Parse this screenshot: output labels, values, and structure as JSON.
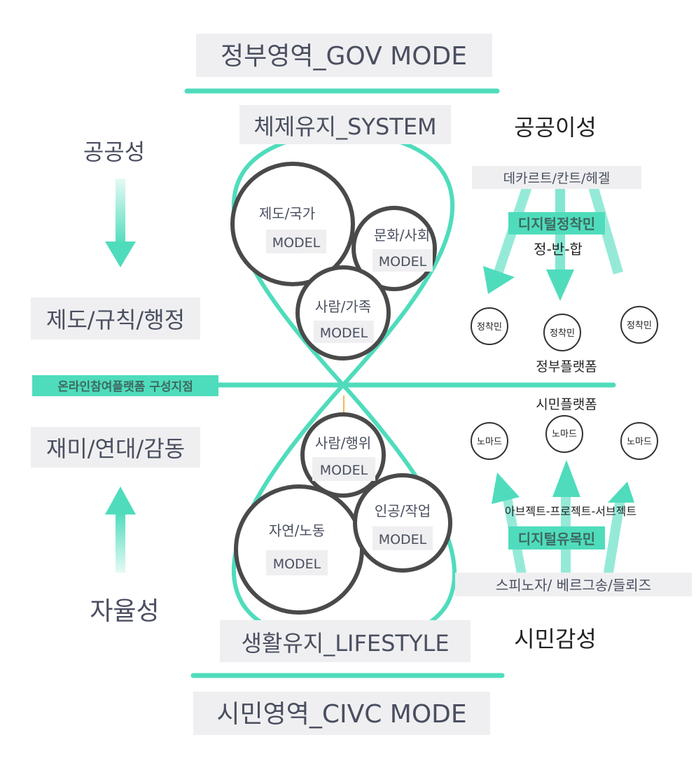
{
  "colors": {
    "accent": "#4fdcbc",
    "text": "#4a4f60",
    "label_bg": "#efeff1",
    "circle": "#4a4a4a",
    "arrow_small": "#f0a020"
  },
  "top_title": "정부영역_GOV MODE",
  "bottom_title": "시민영역_CIVC MODE",
  "system_label": "체제유지_SYSTEM",
  "lifestyle_label": "생활유지_LIFESTYLE",
  "left": {
    "top": "공공성",
    "upper_box": "제도/규칙/행정",
    "center_band": "온라인참여플랫폼 구성지점",
    "lower_box": "재미/연대/감동",
    "bottom": "자율성"
  },
  "circles": [
    {
      "title": "제도/국가",
      "sub": "MODEL"
    },
    {
      "title": "문화/사회",
      "sub": "MODEL"
    },
    {
      "title": "사람/가족",
      "sub": "MODEL"
    },
    {
      "title": "사람/행위",
      "sub": "MODEL"
    },
    {
      "title": "자연/노동",
      "sub": "MODEL"
    },
    {
      "title": "인공/작업",
      "sub": "MODEL"
    }
  ],
  "right": {
    "top_heading": "공공이성",
    "philosophers_top": "데카르트/칸트/헤겔",
    "digital_settler": "디지털정착민",
    "dialectic": "정-반-합",
    "settlers": [
      "정착민",
      "정착민",
      "정착민"
    ],
    "gov_platform": "정부플랫폼",
    "civic_platform": "시민플랫폼",
    "nomads": [
      "노마드",
      "노마드",
      "노마드"
    ],
    "object_project": "아브젝트-프로젝트-서브젝트",
    "digital_nomad": "디지털유목민",
    "philosophers_bottom": "스피노자/ 베르그송/들뢰즈",
    "bottom_heading": "시민감성"
  }
}
